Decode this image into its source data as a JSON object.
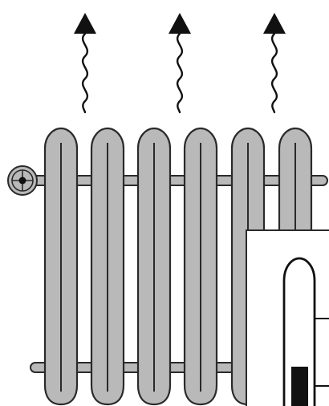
{
  "illustration": {
    "subject": "radiator-with-rising-heat",
    "fin_count": 6,
    "heat_arrow_count": 3,
    "thermometer_fill_level": 0.35
  },
  "colors": {
    "fin_fill": "#b9b9b9",
    "outline": "#2a2a2a",
    "background": "#ffffff",
    "thermometer_fill": "#111111"
  },
  "icons": [
    "heat-arrow-icon",
    "valve-knob-icon",
    "thermometer-icon"
  ]
}
